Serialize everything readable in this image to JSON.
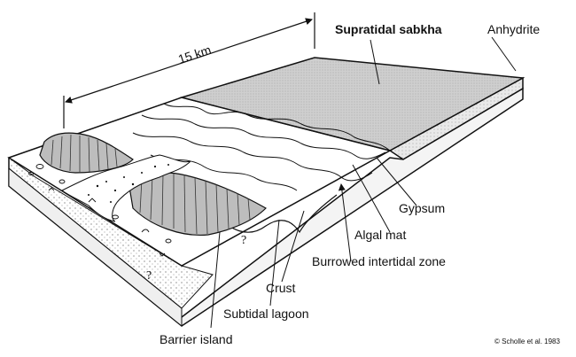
{
  "labels": {
    "supratidal_sabkha": "Supratidal sabkha",
    "anhydrite": "Anhydrite",
    "gypsum": "Gypsum",
    "algal_mat": "Algal mat",
    "burrowed_intertidal_zone": "Burrowed intertidal zone",
    "crust": "Crust",
    "subtidal_lagoon": "Subtidal lagoon",
    "barrier_island": "Barrier island"
  },
  "scale": {
    "label": "15 km"
  },
  "unknown_marker": "?",
  "copyright": "© Scholle et al. 1983"
}
